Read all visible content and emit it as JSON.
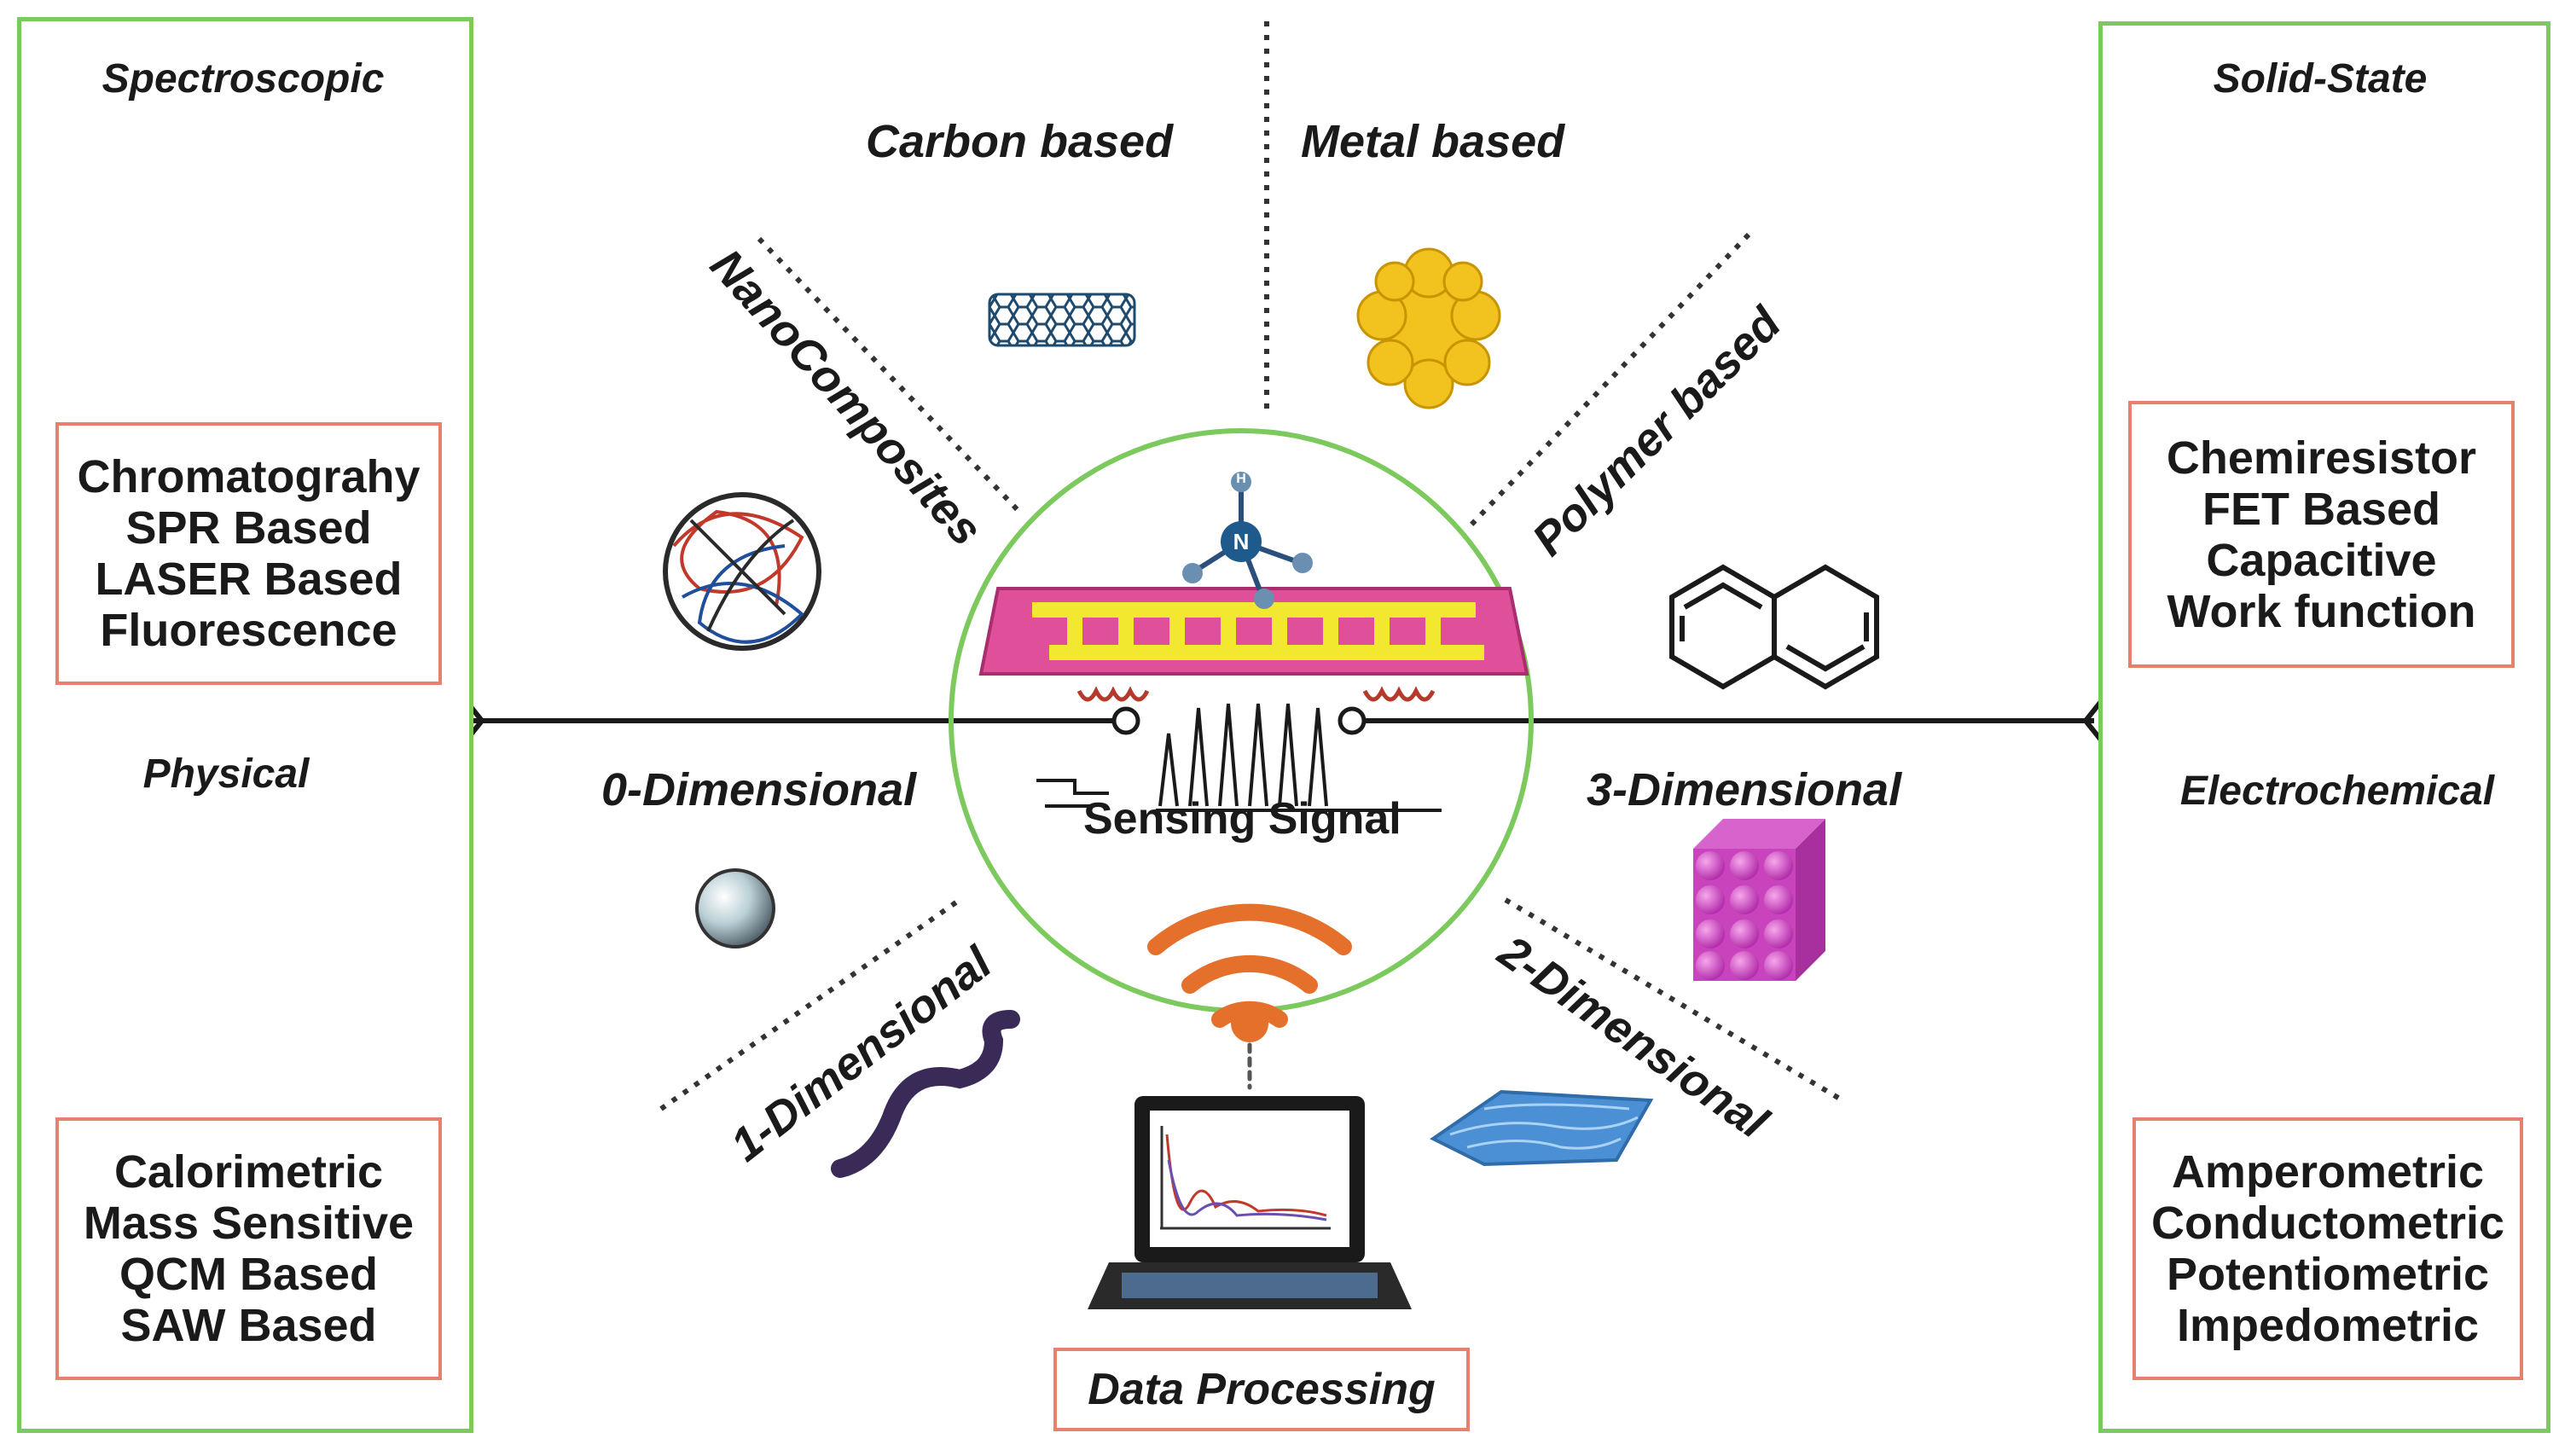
{
  "left_panel": {
    "top_title": "Spectroscopic",
    "top_methods": [
      "Chromatograhy",
      "SPR Based",
      "LASER Based",
      "Fluorescence"
    ],
    "bottom_title": "Physical",
    "bottom_methods": [
      "Calorimetric",
      "Mass Sensitive",
      "QCM Based",
      "SAW Based"
    ]
  },
  "right_panel": {
    "top_title": "Solid-State",
    "top_methods": [
      "Chemiresistor",
      "FET Based",
      "Capacitive",
      "Work function"
    ],
    "bottom_title": "Electrochemical",
    "bottom_methods": [
      "Amperometric",
      "Conductometric",
      "Potentiometric",
      "Impedometric"
    ]
  },
  "materials": {
    "carbon": "Carbon based",
    "metal": "Metal  based",
    "nanocomposites": "NanoComposites",
    "polymer": "Polymer based",
    "zero_d": "0-Dimensional",
    "one_d": "1-Dimensional",
    "two_d": "2-Dimensional",
    "three_d": "3-Dimensional"
  },
  "center": {
    "sensing_signal": "Sensing Signal",
    "molecule_center": "N",
    "molecule_h": "H",
    "data_processing": "Data Processing"
  },
  "colors": {
    "panel_border": "#7cc95e",
    "box_border": "#e5826e",
    "sensor_substrate": "#e0509a",
    "electrode": "#f2e830",
    "wifi": "#e5702c"
  }
}
